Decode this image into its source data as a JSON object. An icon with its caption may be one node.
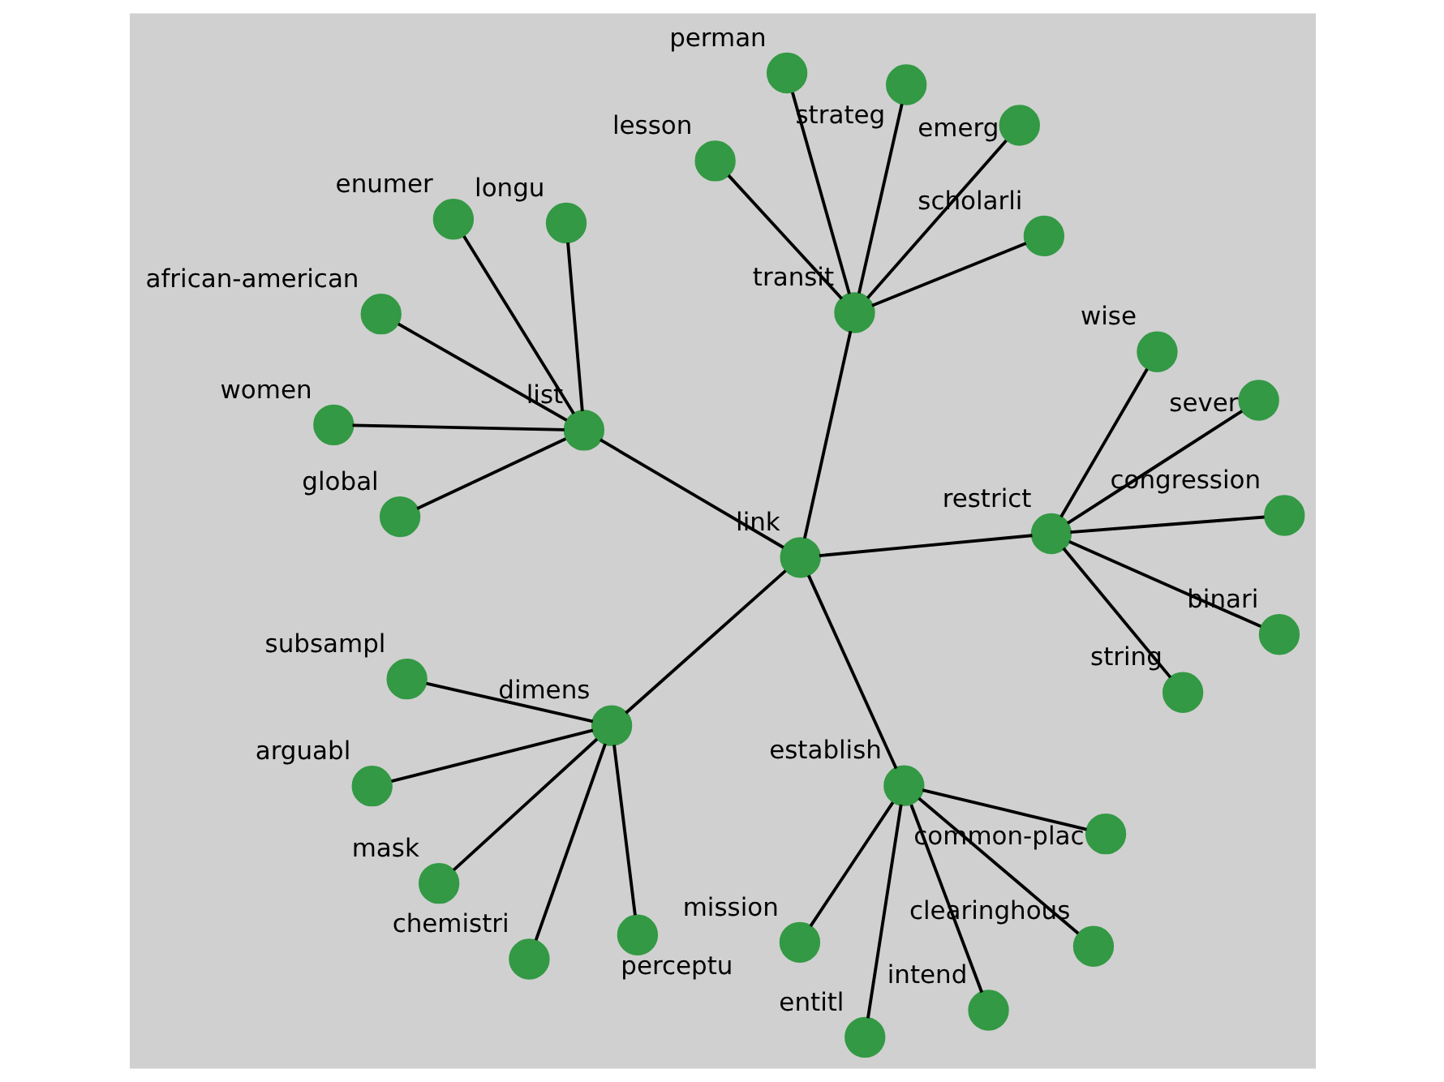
{
  "diagram": {
    "nodes": [
      {
        "text": [],
        "shape": "circle",
        "beside": [
          "link"
        ]
      },
      {
        "text": [],
        "shape": "circle",
        "beside": [
          "list"
        ]
      },
      {
        "text": [],
        "shape": "circle",
        "beside": [
          "global"
        ]
      },
      {
        "text": [],
        "shape": "circle",
        "beside": [
          "african-american"
        ]
      },
      {
        "text": [],
        "shape": "circle",
        "beside": [
          "longu"
        ]
      },
      {
        "text": [],
        "shape": "circle",
        "beside": [
          "enumer"
        ]
      },
      {
        "text": [],
        "shape": "circle",
        "beside": [
          "women"
        ]
      },
      {
        "text": [],
        "shape": "circle",
        "beside": [
          "restrict"
        ]
      },
      {
        "text": [],
        "shape": "circle",
        "beside": [
          "sever"
        ]
      },
      {
        "text": [],
        "shape": "circle",
        "beside": [
          "wise"
        ]
      },
      {
        "text": [],
        "shape": "circle",
        "beside": [
          "string"
        ]
      },
      {
        "text": [],
        "shape": "circle",
        "beside": [
          "congression"
        ]
      },
      {
        "text": [],
        "shape": "circle",
        "beside": [
          "binari"
        ]
      },
      {
        "text": [],
        "shape": "circle",
        "beside": [
          "establish"
        ]
      },
      {
        "text": [],
        "shape": "circle",
        "beside": [
          "clearinghous"
        ]
      },
      {
        "text": [],
        "shape": "circle",
        "beside": [
          "intend"
        ]
      },
      {
        "text": [],
        "shape": "circle",
        "beside": [
          "common-plac"
        ]
      },
      {
        "text": [],
        "shape": "circle",
        "beside": [
          "entitl"
        ]
      },
      {
        "text": [],
        "shape": "circle",
        "beside": [
          "mission"
        ]
      },
      {
        "text": [],
        "shape": "circle",
        "beside": [
          "dimens"
        ]
      },
      {
        "text": [],
        "shape": "circle",
        "beside": [
          "arguabl"
        ]
      },
      {
        "text": [],
        "shape": "circle",
        "beside": [
          "mask"
        ]
      },
      {
        "text": [],
        "shape": "circle",
        "beside": [
          "chemistri"
        ]
      },
      {
        "text": [],
        "shape": "circle",
        "beside": [
          "perceptu"
        ]
      },
      {
        "text": [],
        "shape": "circle",
        "beside": [
          "subsampl"
        ]
      },
      {
        "text": [],
        "shape": "circle",
        "beside": [
          "transit"
        ]
      },
      {
        "text": [],
        "shape": "circle",
        "beside": [
          "perman"
        ]
      },
      {
        "text": [],
        "shape": "circle",
        "beside": [
          "lesson"
        ]
      },
      {
        "text": [],
        "shape": "circle",
        "beside": [
          "emerg"
        ]
      },
      {
        "text": [],
        "shape": "circle",
        "beside": [
          "scholarli"
        ]
      },
      {
        "text": [],
        "shape": "circle",
        "beside": [
          "strateg"
        ]
      }
    ],
    "edges": [
      {
        "from": 0,
        "to": 1,
        "arrow": "none"
      },
      {
        "from": 1,
        "to": 2,
        "arrow": "none"
      },
      {
        "from": 1,
        "to": 3,
        "arrow": "none"
      },
      {
        "from": 1,
        "to": 4,
        "arrow": "none"
      },
      {
        "from": 1,
        "to": 5,
        "arrow": "none"
      },
      {
        "from": 1,
        "to": 6,
        "arrow": "none"
      },
      {
        "from": 0,
        "to": 7,
        "arrow": "none"
      },
      {
        "from": 7,
        "to": 8,
        "arrow": "none"
      },
      {
        "from": 7,
        "to": 9,
        "arrow": "none"
      },
      {
        "from": 7,
        "to": 10,
        "arrow": "none"
      },
      {
        "from": 7,
        "to": 11,
        "arrow": "none"
      },
      {
        "from": 7,
        "to": 12,
        "arrow": "none"
      },
      {
        "from": 0,
        "to": 13,
        "arrow": "none"
      },
      {
        "from": 13,
        "to": 14,
        "arrow": "none"
      },
      {
        "from": 13,
        "to": 15,
        "arrow": "none"
      },
      {
        "from": 13,
        "to": 16,
        "arrow": "none"
      },
      {
        "from": 13,
        "to": 17,
        "arrow": "none"
      },
      {
        "from": 13,
        "to": 18,
        "arrow": "none"
      },
      {
        "from": 0,
        "to": 19,
        "arrow": "none"
      },
      {
        "from": 19,
        "to": 20,
        "arrow": "none"
      },
      {
        "from": 19,
        "to": 21,
        "arrow": "none"
      },
      {
        "from": 19,
        "to": 22,
        "arrow": "none"
      },
      {
        "from": 19,
        "to": 23,
        "arrow": "none"
      },
      {
        "from": 19,
        "to": 24,
        "arrow": "none"
      },
      {
        "from": 0,
        "to": 25,
        "arrow": "none"
      },
      {
        "from": 25,
        "to": 26,
        "arrow": "none"
      },
      {
        "from": 25,
        "to": 27,
        "arrow": "none"
      },
      {
        "from": 25,
        "to": 28,
        "arrow": "none"
      },
      {
        "from": 25,
        "to": 29,
        "arrow": "none"
      },
      {
        "from": 25,
        "to": 30,
        "arrow": "none"
      }
    ]
  }
}
